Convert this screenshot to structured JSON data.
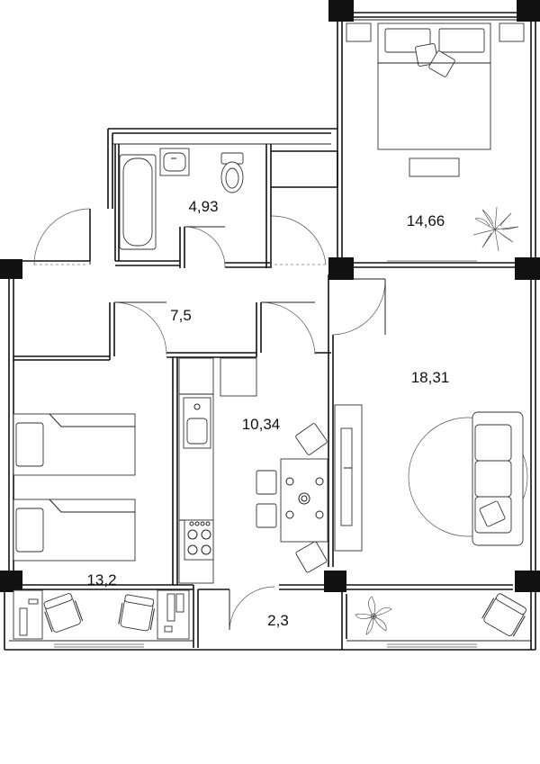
{
  "rooms": [
    {
      "id": "bathroom",
      "area": "4,93"
    },
    {
      "id": "bedroom-top",
      "area": "14,66"
    },
    {
      "id": "hallway",
      "area": "7,5"
    },
    {
      "id": "living-room",
      "area": "18,31"
    },
    {
      "id": "kitchen",
      "area": "10,34"
    },
    {
      "id": "kids-room",
      "area": "13,2"
    },
    {
      "id": "balcony",
      "area": "2,3"
    }
  ],
  "colors": {
    "wall": "#111111",
    "line": "#333333",
    "background": "#ffffff"
  }
}
